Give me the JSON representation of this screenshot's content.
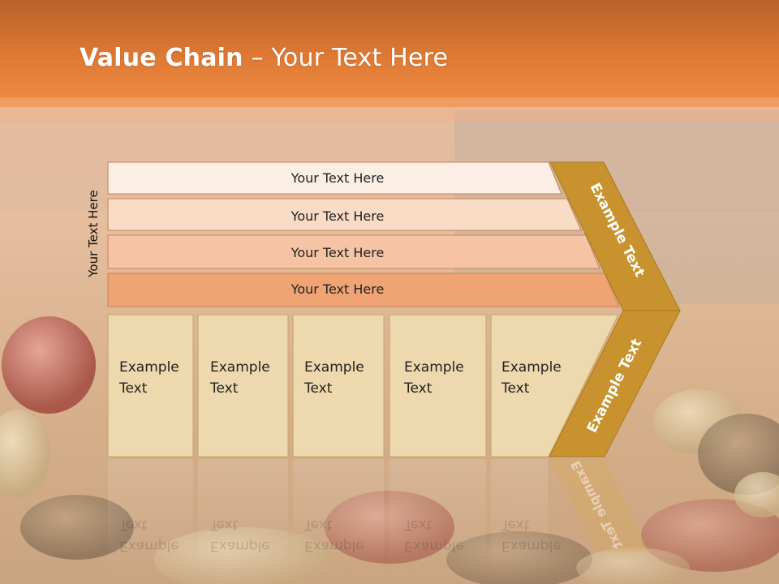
{
  "slide": {
    "title_bold": "Value Chain",
    "title_rest": " – Your Text Here",
    "side_label": "Your Text Here"
  },
  "support_rows": [
    {
      "label": "Your Text Here",
      "fill": "#fbeee4"
    },
    {
      "label": "Your Text Here",
      "fill": "#f9dcc6"
    },
    {
      "label": "Your Text Here",
      "fill": "#f6c4a4"
    },
    {
      "label": "Your Text Here",
      "fill": "#f0a474"
    }
  ],
  "primary_cells": [
    {
      "line1": "Example",
      "line2": "Text"
    },
    {
      "line1": "Example",
      "line2": "Text"
    },
    {
      "line1": "Example",
      "line2": "Text"
    },
    {
      "line1": "Example",
      "line2": "Text"
    },
    {
      "line1": "Example",
      "line2": "Text"
    }
  ],
  "margin": {
    "upper_label": "Example Text",
    "lower_label": "Example Text",
    "reflected_label": "Example Text",
    "fill": "#c8932e"
  },
  "colors": {
    "header": "#e07a2e",
    "cell_fill": "#eed8ad",
    "cell_border": "#c4a26c",
    "row_border": "#c98256"
  }
}
